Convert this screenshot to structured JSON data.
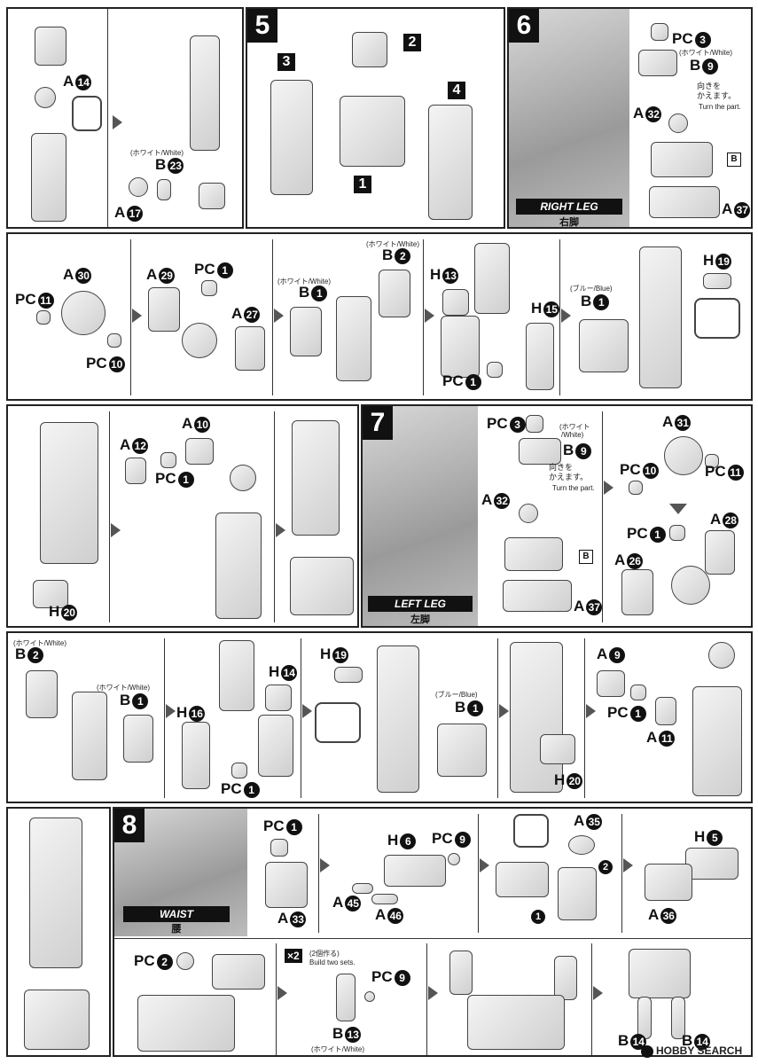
{
  "steps": {
    "s5": "5",
    "s6": "6",
    "s7": "7",
    "s8": "8",
    "sub1": "1",
    "sub2": "2",
    "sub3": "3",
    "sub4": "4"
  },
  "banners": {
    "right_leg": "RIGHT LEG",
    "right_leg_jp": "右脚",
    "left_leg": "LEFT LEG",
    "left_leg_jp": "左脚",
    "waist": "WAIST",
    "waist_jp": "腰"
  },
  "notes": {
    "white": "(ホワイト/White)",
    "white_short": "(ホワイト",
    "white_slash": "/White)",
    "blue": "(ブルー/Blue)",
    "turn_jp1": "向きを",
    "turn_jp2": "かえます。",
    "turn_en": "Turn the part.",
    "x2": "×2",
    "x2_jp": "(2個作る)",
    "x2_en": "Build two sets."
  },
  "parts": {
    "a14": {
      "l": "A",
      "n": "14"
    },
    "b23": {
      "l": "B",
      "n": "23"
    },
    "a17": {
      "l": "A",
      "n": "17"
    },
    "pc3": {
      "l": "PC",
      "n": "3"
    },
    "b9": {
      "l": "B",
      "n": "9"
    },
    "a32": {
      "l": "A",
      "n": "32"
    },
    "a37": {
      "l": "A",
      "n": "37"
    },
    "a30": {
      "l": "A",
      "n": "30"
    },
    "pc11": {
      "l": "PC",
      "n": "11"
    },
    "pc10": {
      "l": "PC",
      "n": "10"
    },
    "a29": {
      "l": "A",
      "n": "29"
    },
    "pc1": {
      "l": "PC",
      "n": "1"
    },
    "a27": {
      "l": "A",
      "n": "27"
    },
    "b1": {
      "l": "B",
      "n": "1"
    },
    "b2": {
      "l": "B",
      "n": "2"
    },
    "h13": {
      "l": "H",
      "n": "13"
    },
    "h15": {
      "l": "H",
      "n": "15"
    },
    "h19": {
      "l": "H",
      "n": "19"
    },
    "a10": {
      "l": "A",
      "n": "10"
    },
    "a12": {
      "l": "A",
      "n": "12"
    },
    "h20": {
      "l": "H",
      "n": "20"
    },
    "a31": {
      "l": "A",
      "n": "31"
    },
    "a28": {
      "l": "A",
      "n": "28"
    },
    "a26": {
      "l": "A",
      "n": "26"
    },
    "h16": {
      "l": "H",
      "n": "16"
    },
    "h14": {
      "l": "H",
      "n": "14"
    },
    "a9": {
      "l": "A",
      "n": "9"
    },
    "a11": {
      "l": "A",
      "n": "11"
    },
    "a33": {
      "l": "A",
      "n": "33"
    },
    "h6": {
      "l": "H",
      "n": "6"
    },
    "pc9": {
      "l": "PC",
      "n": "9"
    },
    "a45": {
      "l": "A",
      "n": "45"
    },
    "a46": {
      "l": "A",
      "n": "46"
    },
    "a35": {
      "l": "A",
      "n": "35"
    },
    "h5": {
      "l": "H",
      "n": "5"
    },
    "a36": {
      "l": "A",
      "n": "36"
    },
    "pc2": {
      "l": "PC",
      "n": "2"
    },
    "b13": {
      "l": "B",
      "n": "13"
    },
    "b14": {
      "l": "B",
      "n": "14"
    }
  },
  "order_marks": {
    "one": "1",
    "two": "2"
  },
  "decal_mark": "B",
  "logo": "HOBBY SEARCH"
}
